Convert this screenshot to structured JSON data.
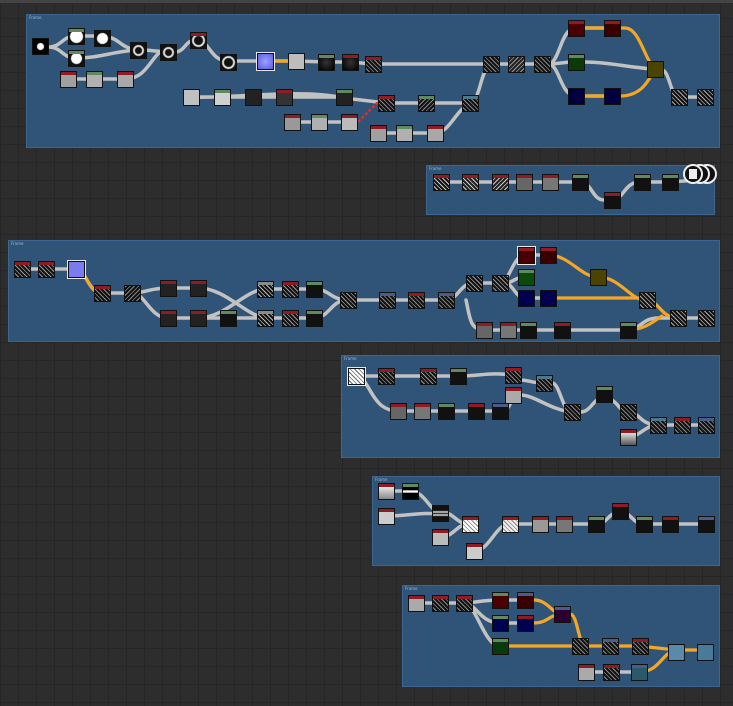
{
  "window": {
    "frame_label": "Frame",
    "doc_icon": "document-stack-icon"
  },
  "colors": {
    "canvas": "#2d2d2d",
    "frame": "#2f5478",
    "wire": "#c2c2c2",
    "wire_highlight": "#f5a623",
    "wire_selected": "#e03030",
    "header_red": "#8e1c22",
    "header_green": "#5e8a60",
    "header_grey": "#8a8a8a",
    "header_blue": "#4a5d8a"
  },
  "frames": [
    {
      "id": "frame-1",
      "label": "Frame"
    },
    {
      "id": "frame-2",
      "label": "Frame"
    },
    {
      "id": "frame-3",
      "label": "Frame"
    },
    {
      "id": "frame-4",
      "label": "Frame"
    },
    {
      "id": "frame-5",
      "label": "Frame"
    },
    {
      "id": "frame-6",
      "label": "Frame"
    }
  ]
}
